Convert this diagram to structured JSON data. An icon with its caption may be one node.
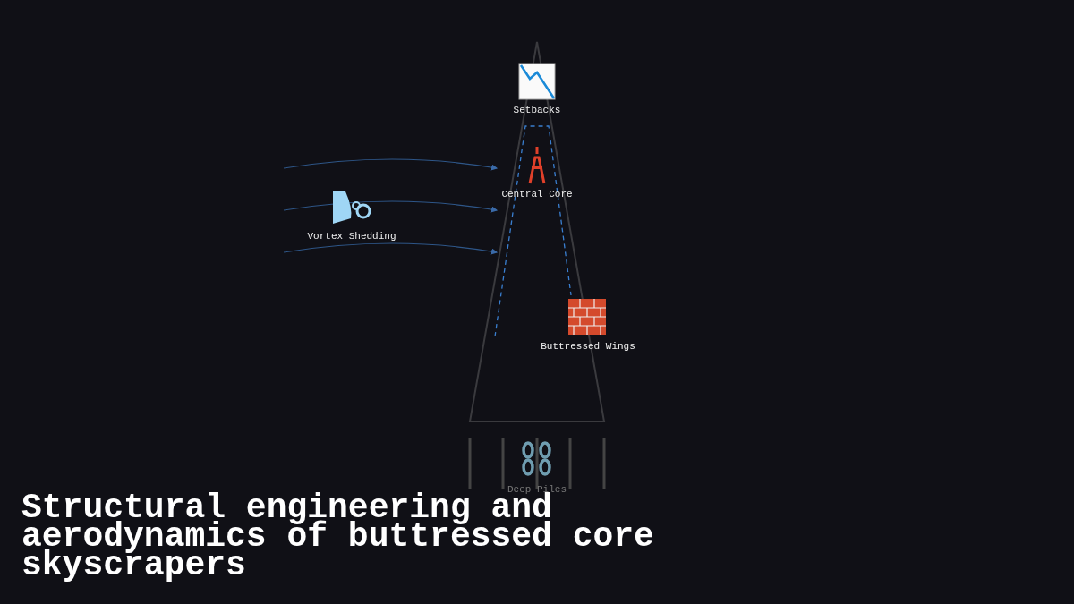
{
  "diagram": {
    "title": "Structural engineering and aerodynamics of buttressed core skyscrapers",
    "labels": [
      "Setbacks",
      "Central Core",
      "Vortex Shedding",
      "Buttressed Wings",
      "Deep Piles"
    ]
  }
}
